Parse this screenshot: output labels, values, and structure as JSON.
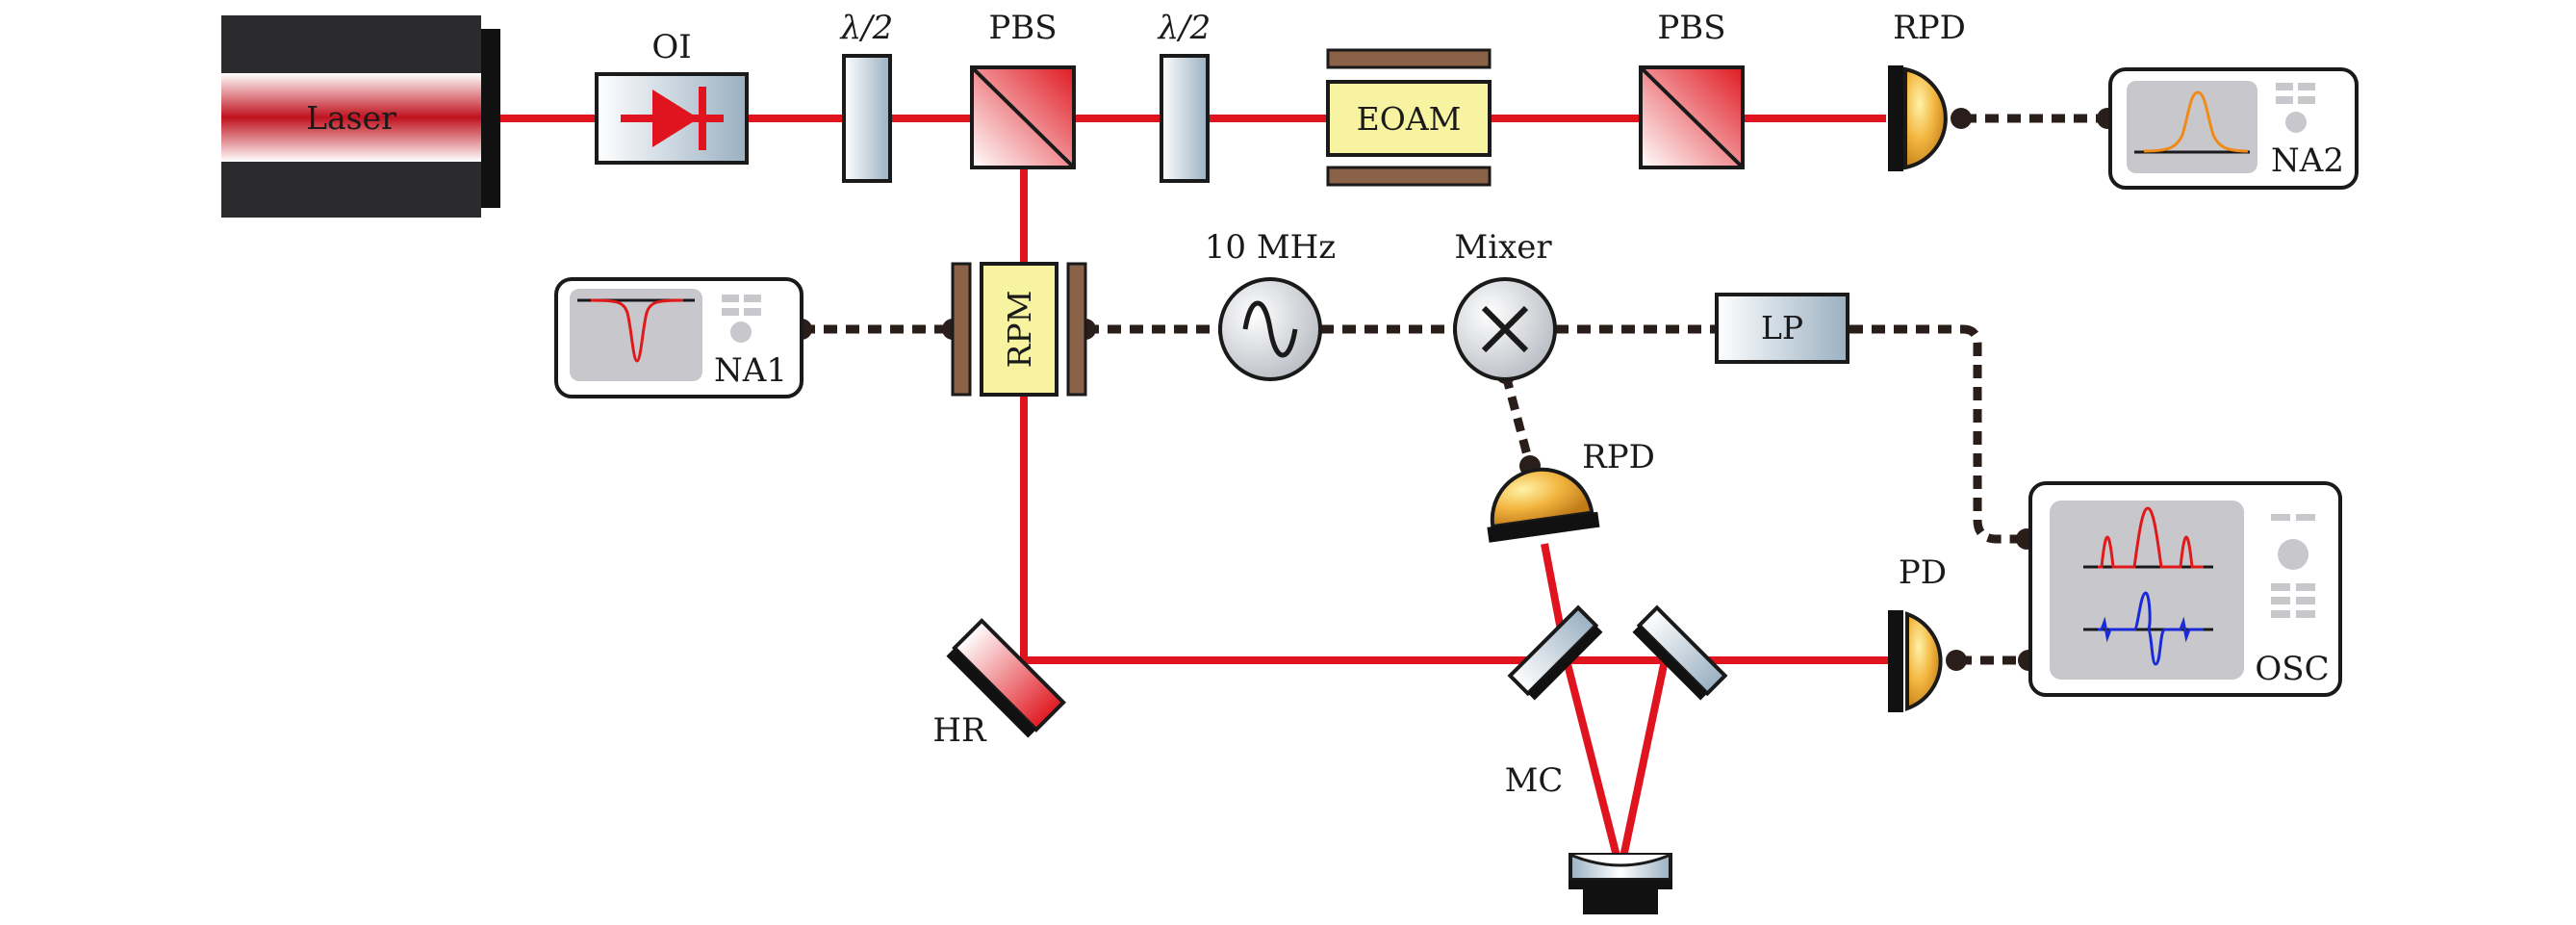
{
  "labels": {
    "laser": "Laser",
    "oi": "OI",
    "half_wave_1": "λ/2",
    "pbs_1": "PBS",
    "half_wave_2": "λ/2",
    "eoam": "EOAM",
    "pbs_2": "PBS",
    "rpd_top": "RPD",
    "na2": "NA2",
    "na1": "NA1",
    "rpm": "RPM",
    "oscillator": "10 MHz",
    "mixer": "Mixer",
    "lp": "LP",
    "rpd_mid": "RPD",
    "pd": "PD",
    "osc": "OSC",
    "hr": "HR",
    "mc": "MC"
  },
  "colors": {
    "beam": "#e0141e",
    "cable": "#2a1e1a",
    "instrument_screen": "#c8c8cc",
    "modulator_yellow": "#f7f3a0",
    "electrode_brown": "#8a6248",
    "trace_orange": "#f08a1a",
    "trace_red": "#e01a1a",
    "trace_blue": "#1a2ad8"
  }
}
